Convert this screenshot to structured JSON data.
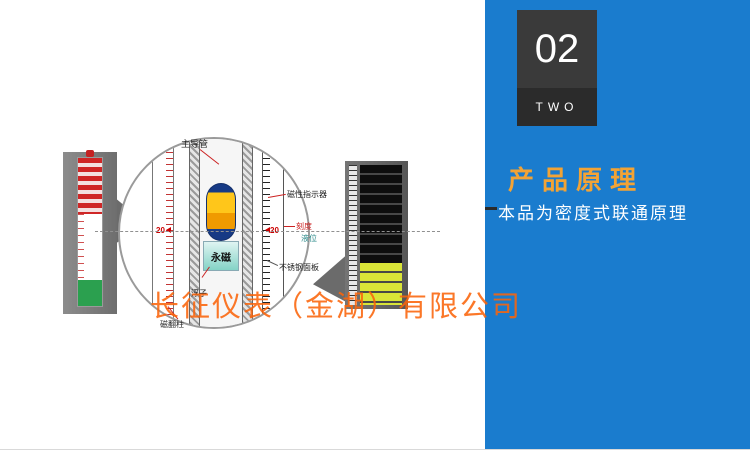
{
  "panel": {
    "number": "02",
    "number_word": "TWO",
    "title": "产品原理",
    "subtitle": "本品为密度式联通原理",
    "colors": {
      "blue": "#1a7cce",
      "orange": "#f2a335",
      "dark_box": "#3a3a3a",
      "darker_box": "#2b2b2b"
    }
  },
  "watermark": "长征仪表（金湖）有限公司",
  "diagram": {
    "labels": {
      "main_tube": "主导管",
      "magnetic_indicator": "磁性指示器",
      "scale": "刻度",
      "liquid_level": "液位",
      "steel_panel": "不锈钢面板",
      "flap_column": "磁翻柱",
      "float": "浮子",
      "magnet": "永磁"
    },
    "left_ruler_value": "20",
    "right_ruler_value": "20",
    "colors": {
      "float_body": "#ffc61a",
      "float_caps": "#173a85",
      "magnet_box": "#84d3c6",
      "flap_red": "#cf2626",
      "flap_green": "#2ba04f",
      "indicator_yellow": "#d9e437",
      "watermark_orange": "#fa640a"
    }
  }
}
